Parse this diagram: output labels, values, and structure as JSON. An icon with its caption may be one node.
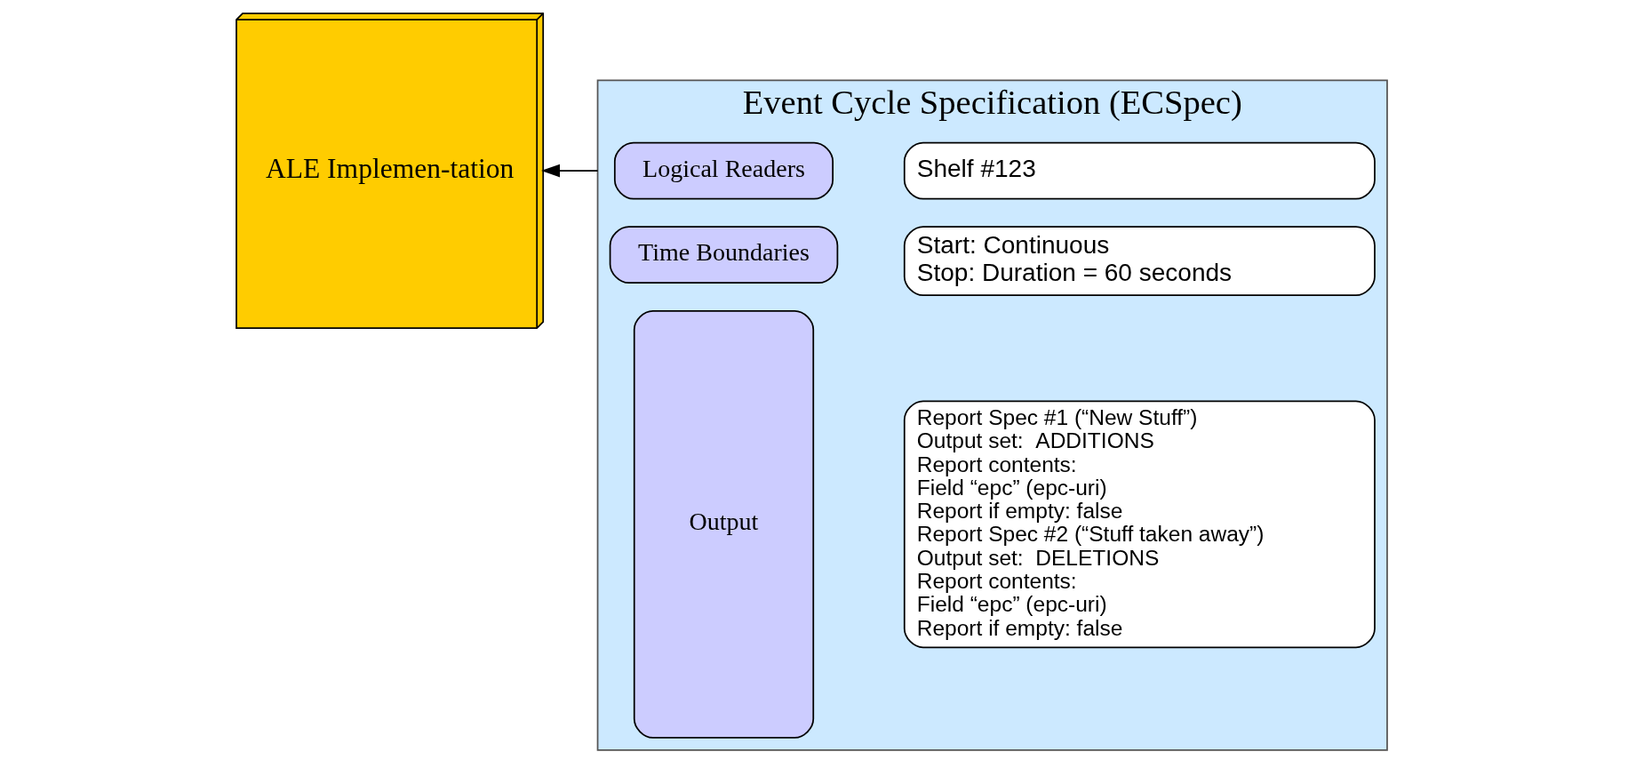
{
  "diagram": {
    "nodes": [
      {
        "text": [
          "ALE Implemen-tation"
        ]
      },
      {
        "text": [
          "Event Cycle Specification (ECSpec)"
        ]
      },
      {
        "text": [
          "Logical Readers"
        ],
        "in": 1
      },
      {
        "text": [
          "Shelf #123"
        ],
        "in": 1
      },
      {
        "text": [
          "Time Boundaries"
        ],
        "in": 1
      },
      {
        "text": [
          "Start: Continuous",
          "Stop: Duration = 60 seconds"
        ],
        "in": 1
      },
      {
        "text": [
          "Output"
        ],
        "in": 1
      },
      {
        "text": [
          "Report Spec #1 (“New Stuff”)",
          "Output set:  ADDITIONS",
          "Report contents:",
          "Field “epc” (epc-uri)",
          "Report if empty: false",
          "Report Spec #2 (“Stuff taken away”)",
          "Output set:  DELETIONS",
          "Report contents:",
          "Field “epc” (epc-uri)",
          "Report if empty: false"
        ],
        "in": 1
      }
    ],
    "edges": [
      {
        "from": 1,
        "to": 0,
        "arrow": "to"
      }
    ]
  }
}
